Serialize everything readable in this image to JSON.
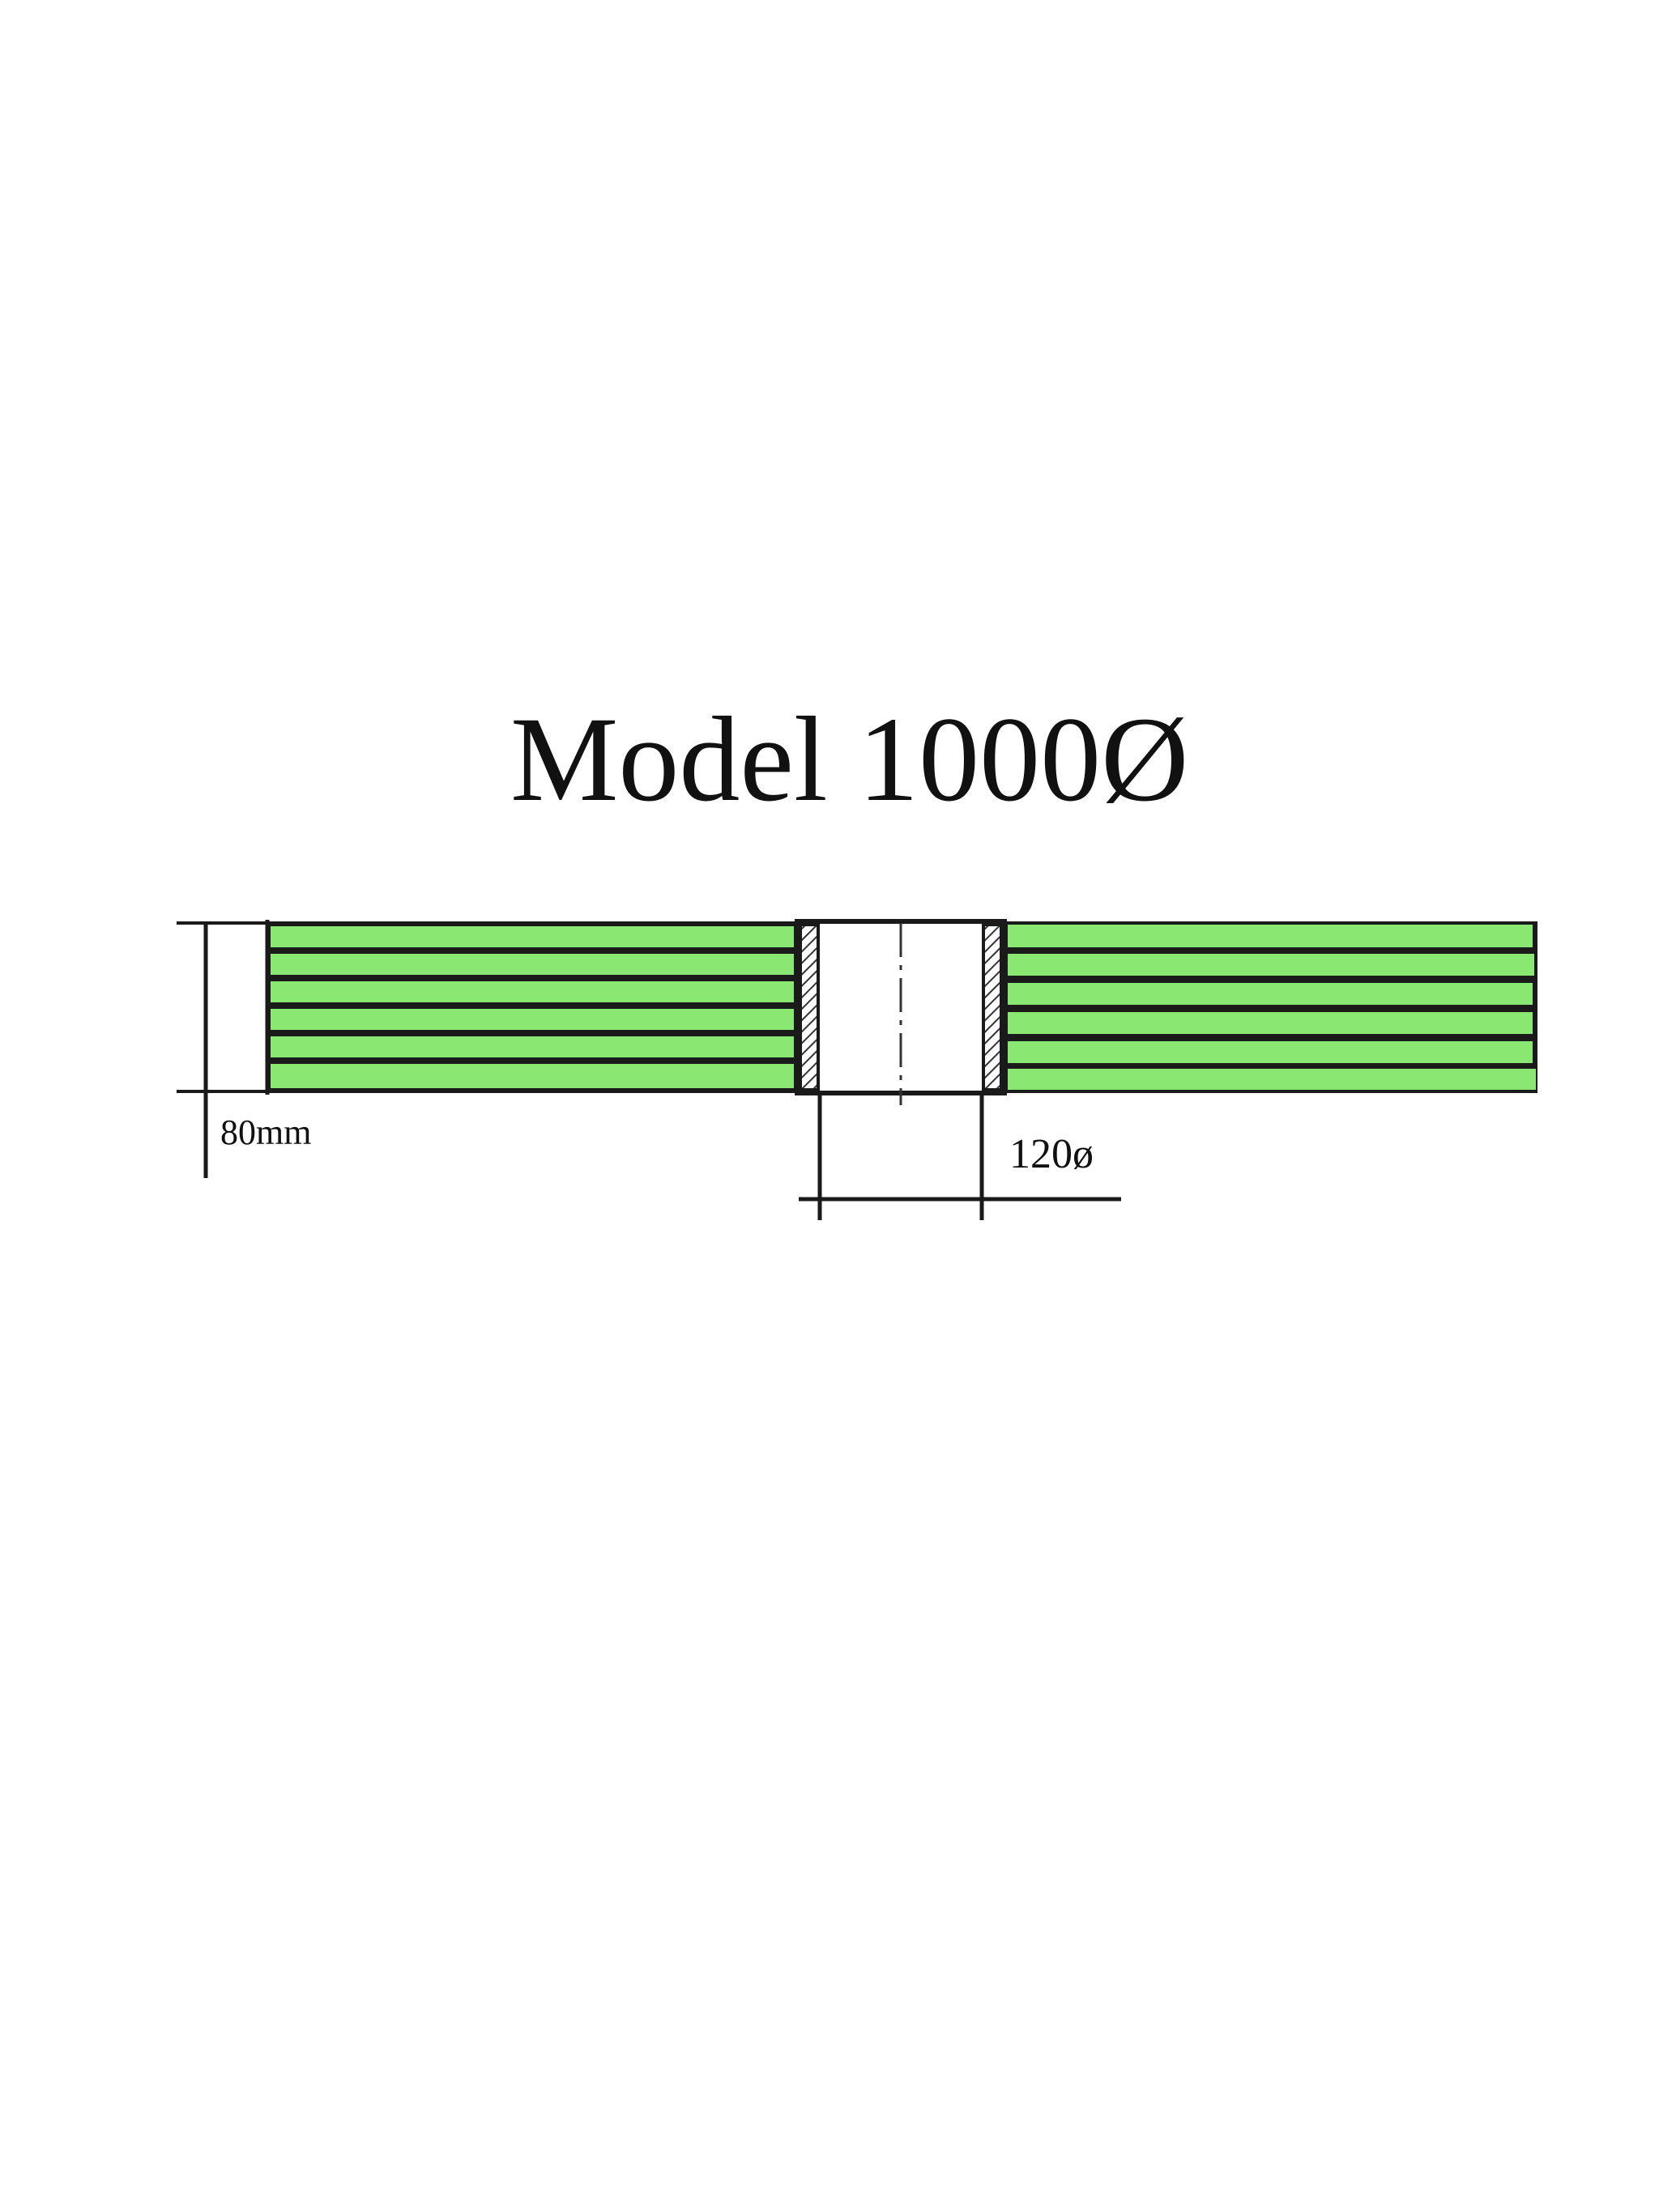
{
  "title": "Model 1000Ø",
  "dimensions": {
    "thickness_label": "80mm",
    "bore_label": "120ø"
  },
  "colors": {
    "fill": "#8ae872",
    "stroke": "#1a1a1a",
    "background": "#ffffff"
  }
}
